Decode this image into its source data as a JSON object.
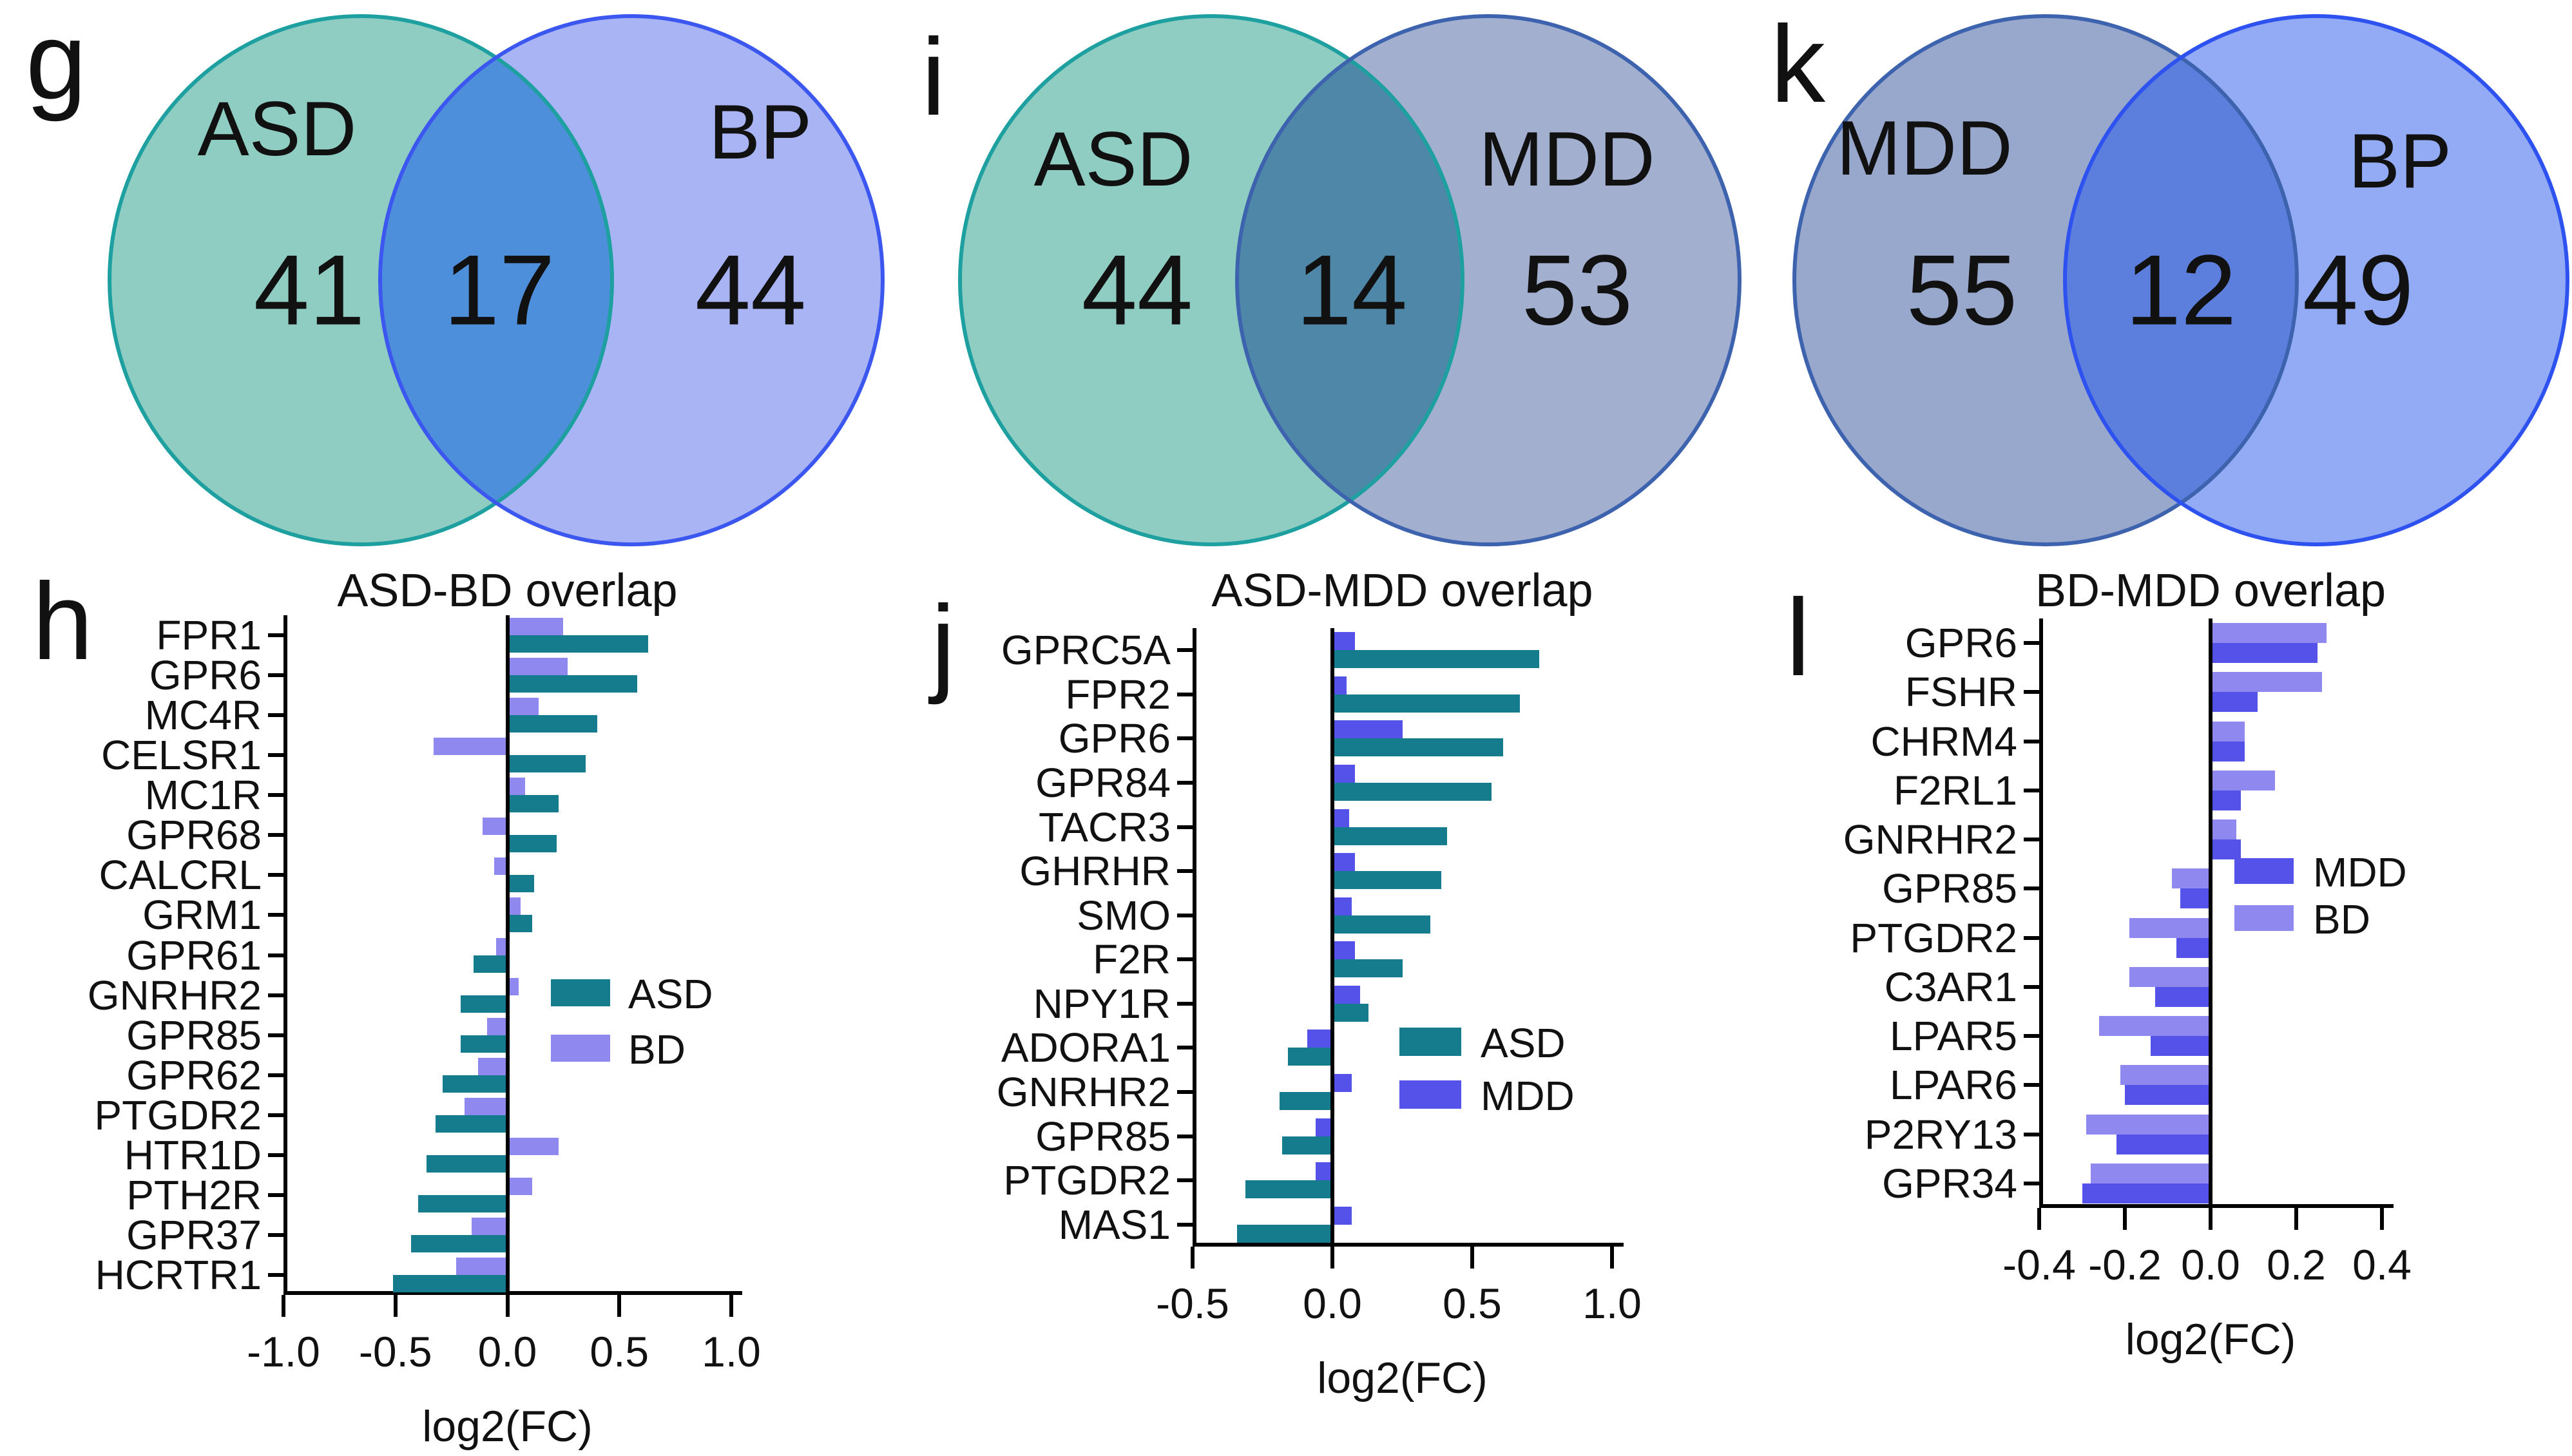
{
  "figure": {
    "description": "Venn diagrams and grouped horizontal bar charts of overlapping differentially expressed GPCR genes between ASD, BP/BD and MDD",
    "venn_diagrams": [
      {
        "panel_letter": "g",
        "left_label": "ASD",
        "right_label": "BP",
        "left_count": "41",
        "overlap_count": "17",
        "right_count": "44",
        "colors": {
          "left_fill": "#8FCCC2",
          "left_border": "#1E9FA0",
          "right_fill": "#A9B4F4",
          "right_border": "#3B57F0",
          "overlap_fill": "#4E8FDC"
        }
      },
      {
        "panel_letter": "i",
        "left_label": "ASD",
        "right_label": "MDD",
        "left_count": "44",
        "overlap_count": "14",
        "right_count": "53",
        "colors": {
          "left_fill": "#8FCCC2",
          "left_border": "#1E9FA0",
          "right_fill": "#A2AFCF",
          "right_border": "#3E63AE",
          "overlap_fill": "#4E87A8"
        }
      },
      {
        "panel_letter": "k",
        "left_label": "MDD",
        "right_label": "BP",
        "left_count": "55",
        "overlap_count": "12",
        "right_count": "49",
        "colors": {
          "left_fill": "#98A7CC",
          "left_border": "#3E63AE",
          "right_fill": "#93AAF4",
          "right_border": "#2E52F0",
          "overlap_fill": "#5C7EDC"
        }
      }
    ],
    "chart_data": [
      {
        "type": "bar",
        "panel_letter": "h",
        "title": "ASD-BD overlap",
        "xlabel": "log2(FC)",
        "xlim": [
          -1.0,
          1.0
        ],
        "xticks": [
          "-1.0",
          "-0.5",
          "0.0",
          "0.5",
          "1.0"
        ],
        "grid": false,
        "legend_position": "inside-middle-right",
        "categories": [
          "FPR1",
          "GPR6",
          "MC4R",
          "CELSR1",
          "MC1R",
          "GPR68",
          "CALCRL",
          "GRM1",
          "GPR61",
          "GNRHR2",
          "GPR85",
          "GPR62",
          "PTGDR2",
          "HTR1D",
          "PTH2R",
          "GPR37",
          "HCRTR1"
        ],
        "series": [
          {
            "name": "ASD",
            "color": "#147C8D",
            "values": [
              0.63,
              0.58,
              0.4,
              0.35,
              0.23,
              0.22,
              0.12,
              0.11,
              -0.15,
              -0.21,
              -0.21,
              -0.29,
              -0.32,
              -0.36,
              -0.4,
              -0.43,
              -0.51
            ]
          },
          {
            "name": "BD",
            "color": "#8F88EE",
            "values": [
              0.25,
              0.27,
              0.14,
              -0.33,
              0.08,
              -0.11,
              -0.06,
              0.06,
              -0.05,
              0.05,
              -0.09,
              -0.13,
              -0.19,
              0.23,
              0.11,
              -0.16,
              -0.23
            ]
          }
        ]
      },
      {
        "type": "bar",
        "panel_letter": "j",
        "title": "ASD-MDD overlap",
        "xlabel": "log2(FC)",
        "xlim": [
          -0.5,
          1.0
        ],
        "xticks": [
          "-0.5",
          "0.0",
          "0.5",
          "1.0"
        ],
        "grid": false,
        "legend_position": "inside-middle-right",
        "categories": [
          "GPRC5A",
          "FPR2",
          "GPR6",
          "GPR84",
          "TACR3",
          "GHRHR",
          "SMO",
          "F2R",
          "NPY1R",
          "ADORA1",
          "GNRHR2",
          "GPR85",
          "PTGDR2",
          "MAS1"
        ],
        "series": [
          {
            "name": "ASD",
            "color": "#147C8D",
            "values": [
              0.74,
              0.67,
              0.61,
              0.57,
              0.41,
              0.39,
              0.35,
              0.25,
              0.13,
              -0.16,
              -0.19,
              -0.18,
              -0.31,
              -0.34
            ]
          },
          {
            "name": "MDD",
            "color": "#5452E9",
            "values": [
              0.08,
              0.05,
              0.25,
              0.08,
              0.06,
              0.08,
              0.07,
              0.08,
              0.1,
              -0.09,
              0.07,
              -0.06,
              -0.06,
              0.07
            ]
          }
        ]
      },
      {
        "type": "bar",
        "panel_letter": "l",
        "title": "BD-MDD overlap",
        "xlabel": "log2(FC)",
        "xlim": [
          -0.4,
          0.4
        ],
        "xticks": [
          "-0.4",
          "-0.2",
          "0.0",
          "0.2",
          "0.4"
        ],
        "grid": false,
        "legend_position": "inside-middle-right",
        "categories": [
          "GPR6",
          "FSHR",
          "CHRM4",
          "F2RL1",
          "GNRHR2",
          "GPR85",
          "PTGDR2",
          "C3AR1",
          "LPAR5",
          "LPAR6",
          "P2RY13",
          "GPR34"
        ],
        "series": [
          {
            "name": "MDD",
            "color": "#5452E9",
            "values": [
              0.25,
              0.11,
              0.08,
              0.07,
              0.07,
              -0.07,
              -0.08,
              -0.13,
              -0.14,
              -0.2,
              -0.22,
              -0.3
            ]
          },
          {
            "name": "BD",
            "color": "#8F88EE",
            "values": [
              0.27,
              0.26,
              0.08,
              0.15,
              0.06,
              -0.09,
              -0.19,
              -0.19,
              -0.26,
              -0.21,
              -0.29,
              -0.28
            ]
          }
        ]
      }
    ]
  }
}
